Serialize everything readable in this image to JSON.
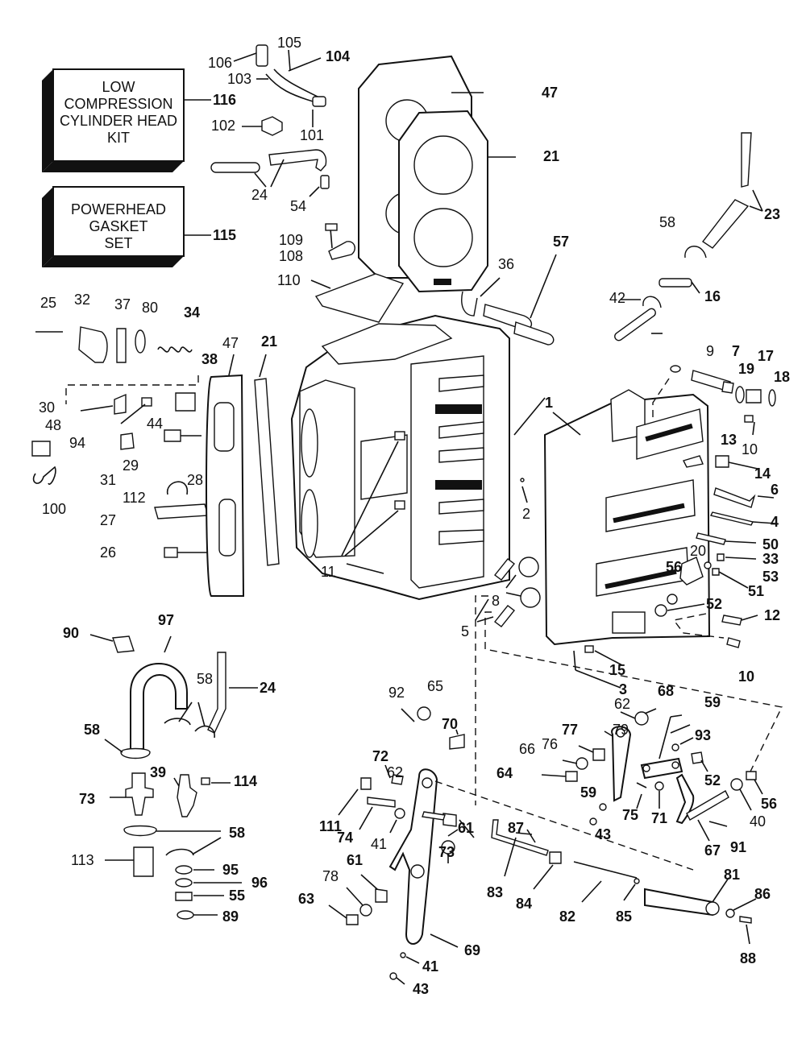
{
  "kits": {
    "low_compression": {
      "lines": [
        "LOW",
        "COMPRESSION",
        "CYLINDER HEAD",
        "KIT"
      ],
      "ref": "116"
    },
    "gasket_set": {
      "lines": [
        "POWERHEAD",
        "GASKET",
        "SET"
      ],
      "ref": "115"
    }
  },
  "callouts": [
    "106",
    "105",
    "104",
    "103",
    "101",
    "102",
    "24",
    "54",
    "47",
    "21",
    "23",
    "58",
    "16",
    "42",
    "109",
    "108",
    "110",
    "36",
    "57",
    "25",
    "32",
    "37",
    "80",
    "34",
    "38",
    "47b",
    "21b",
    "9",
    "7",
    "19",
    "17",
    "18",
    "30",
    "48",
    "94",
    "44",
    "31",
    "29",
    "28",
    "1",
    "10",
    "13",
    "14",
    "6",
    "100",
    "112",
    "27",
    "2",
    "4",
    "50",
    "26",
    "11",
    "20",
    "33",
    "53",
    "51",
    "56",
    "52",
    "8",
    "5",
    "12",
    "10b",
    "15",
    "3",
    "90",
    "97",
    "24b",
    "58b",
    "58c",
    "92",
    "65",
    "68",
    "59",
    "62",
    "79",
    "77",
    "93",
    "70",
    "72",
    "62b",
    "76",
    "66",
    "64",
    "52b",
    "56b",
    "40",
    "39",
    "114",
    "73",
    "111",
    "74",
    "41",
    "59b",
    "75",
    "71",
    "61",
    "73b",
    "67",
    "91",
    "87",
    "43",
    "58d",
    "113",
    "95",
    "96",
    "55",
    "89",
    "78",
    "61b",
    "63",
    "83",
    "84",
    "81",
    "82",
    "85",
    "86",
    "88",
    "69",
    "41b",
    "43b"
  ]
}
